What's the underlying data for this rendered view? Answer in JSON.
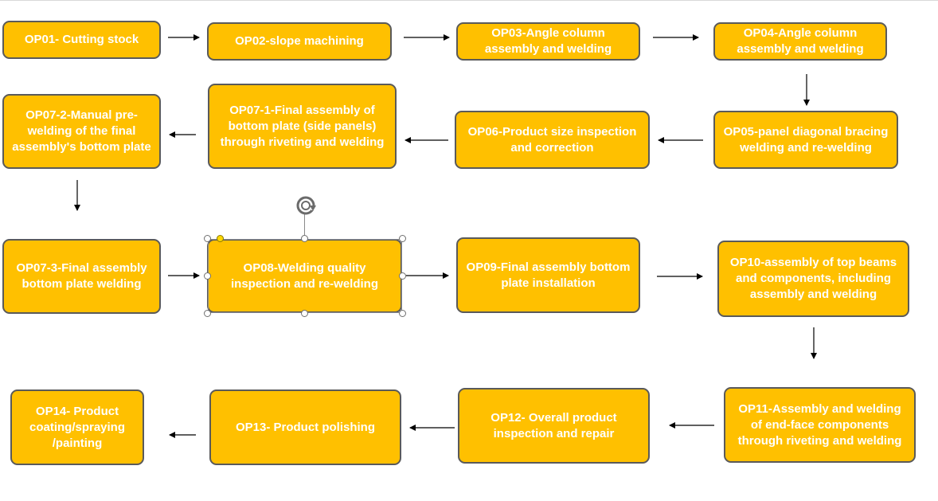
{
  "steps": [
    {
      "id": "op01",
      "label": "OP01- Cutting stock"
    },
    {
      "id": "op02",
      "label": "OP02-slope machining"
    },
    {
      "id": "op03",
      "label": "OP03-Angle column assembly and welding"
    },
    {
      "id": "op04",
      "label": "OP04-Angle column assembly and welding"
    },
    {
      "id": "op05",
      "label": "OP05-panel diagonal bracing welding and re-welding"
    },
    {
      "id": "op06",
      "label": "OP06-Product size inspection and correction"
    },
    {
      "id": "op07_1",
      "label": "OP07-1-Final assembly of bottom plate (side panels) through riveting and welding"
    },
    {
      "id": "op07_2",
      "label": "OP07-2-Manual pre-welding of the final assembly's bottom plate"
    },
    {
      "id": "op07_3",
      "label": "OP07-3-Final assembly bottom plate welding"
    },
    {
      "id": "op08",
      "label": "OP08-Welding quality inspection and re-welding"
    },
    {
      "id": "op09",
      "label": "OP09-Final assembly bottom plate installation"
    },
    {
      "id": "op10",
      "label": "OP10-assembly of top beams and components, including assembly and welding"
    },
    {
      "id": "op11",
      "label": "OP11-Assembly and welding of end-face components through riveting and welding"
    },
    {
      "id": "op12",
      "label": "OP12- Overall product inspection and repair"
    },
    {
      "id": "op13",
      "label": "OP13- Product polishing"
    },
    {
      "id": "op14",
      "label": "OP14- Product coating/spraying /painting"
    }
  ],
  "colors": {
    "box_fill": "#ffc000",
    "box_border": "#5a5a5a",
    "text": "#ffffff",
    "arrow": "#000000"
  },
  "selected_step": "op08",
  "rotate_handle_icon": "rotate-icon"
}
